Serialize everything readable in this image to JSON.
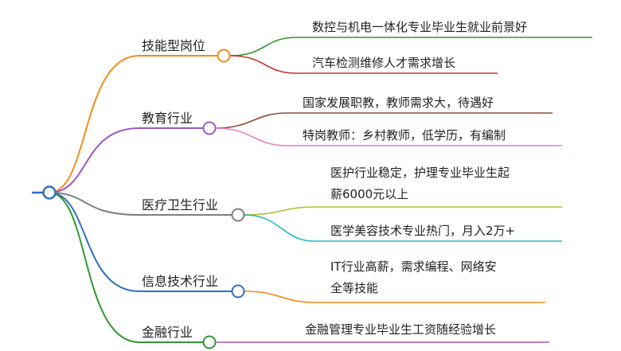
{
  "colors": {
    "root_line": "#2f6fbf",
    "node_fill": "#ffffff",
    "text": "#222222"
  },
  "branches": [
    {
      "label": "技能型岗位",
      "color": "#f28c1a",
      "children": [
        {
          "lines": [
            "数控与机电一体化专业毕业生就业前景好"
          ],
          "color": "#2e9a2e"
        },
        {
          "lines": [
            "汽车检测维修人才需求增长"
          ],
          "color": "#c0392b"
        }
      ]
    },
    {
      "label": "教育行业",
      "color": "#9b59c6",
      "children": [
        {
          "lines": [
            "国家发展职教，教师需求大，待遇好"
          ],
          "color": "#8b4a3c"
        },
        {
          "lines": [
            "特岗教师：乡村教师，低学历，有编制"
          ],
          "color": "#e77fc0"
        }
      ]
    },
    {
      "label": "医疗卫生行业",
      "color": "#7f7f7f",
      "children": [
        {
          "lines": [
            "医护行业稳定，护理专业毕业生起",
            "薪6000元以上"
          ],
          "color": "#b5bd2a"
        },
        {
          "lines": [
            "医学美容技术专业热门，月入2万+"
          ],
          "color": "#1fb8c9"
        }
      ]
    },
    {
      "label": "信息技术行业",
      "color": "#2f6fbf",
      "children": [
        {
          "lines": [
            "IT行业高薪，需求编程、网络安",
            "全等技能"
          ],
          "color": "#f28c1a"
        }
      ]
    },
    {
      "label": "金融行业",
      "color": "#2e9a2e",
      "children": [
        {
          "lines": [
            "金融管理专业毕业生工资随经验增长"
          ],
          "color": "#9b59c6"
        }
      ]
    }
  ]
}
